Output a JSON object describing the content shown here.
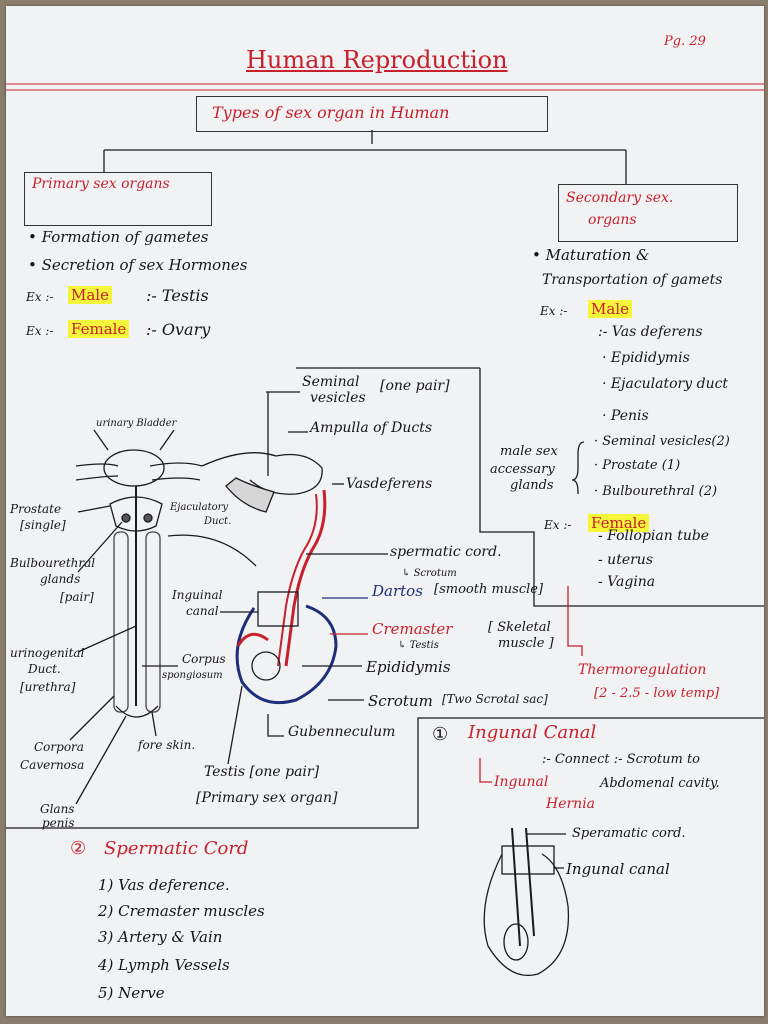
{
  "page_no": "Pg. 29",
  "title": "Human Reproduction",
  "subtitle": "Types of sex organ in Human",
  "primary": {
    "heading": "Primary sex organs",
    "bullets": [
      "Formation of gametes",
      "Secretion of sex Hormones"
    ],
    "ex_label": "Ex :-",
    "male_label": "Male",
    "male_value": ":- Testis",
    "female_label": "Female",
    "female_value": ":- Ovary"
  },
  "secondary": {
    "heading_1": "Secondary sex.",
    "heading_2": "organs",
    "bullet_1": "Maturation &",
    "bullet_2": "Transportation of gamets",
    "ex_label": "Ex :-",
    "male_label": "Male",
    "male_items": [
      ":- Vas deferens",
      "Epididymis",
      "Ejaculatory duct",
      "Penis",
      "Seminal vesicles(2)",
      "Prostate (1)",
      "Bulbourethral (2)"
    ],
    "accessary_1": "male sex",
    "accessary_2": "accessary",
    "accessary_3": "glands",
    "female_label": "Female",
    "female_items": [
      "- Follopian tube",
      "- uterus",
      "- Vagina"
    ]
  },
  "diagram_labels": {
    "urinary_bladder": "urinary Bladder",
    "prostate": "Prostate",
    "prostate_note": "[single]",
    "bulbourethral_1": "Bulbourethral",
    "bulbourethral_2": "glands",
    "bulbourethral_3": "[pair]",
    "ejaculatory_1": "Ejaculatory",
    "ejaculatory_2": "Duct.",
    "urinogenital_1": "urinogenital",
    "urinogenital_2": "Duct.",
    "urinogenital_3": "[urethra]",
    "inguinal_canal_1": "Inguinal",
    "inguinal_canal_2": "canal",
    "corpus_1": "Corpus",
    "corpus_2": "spongiosum",
    "corpora_1": "Corpora",
    "corpora_2": "Cavernosa",
    "foreskin": "fore skin.",
    "glans_1": "Glans",
    "glans_2": "penis",
    "testis_1": "Testis [one pair]",
    "testis_2": "[Primary sex organ]",
    "gubernaculum": "Gubenneculum",
    "seminal_1": "Seminal",
    "seminal_2": "vesicles",
    "seminal_note": "[one pair]",
    "ampulla": "Ampulla of Ducts",
    "vasdeferens": "Vasdeferens",
    "spermatic_cord": "spermatic cord.",
    "scrotum_sub": "Scrotum",
    "dartos": "Dartos",
    "dartos_note": "[smooth muscle]",
    "cremaster": "Cremaster",
    "cremaster_sub": "Testis",
    "skeletal_1": "Skeletal",
    "skeletal_2": "muscle",
    "epididymis": "Epididymis",
    "scrotum": "Scrotum",
    "scrotum_note": "[Two Scrotal sac]",
    "thermo": "Thermoregulation",
    "thermo_note": "[2 - 2.5 - low temp]"
  },
  "inguinal": {
    "num": "①",
    "heading": "Ingunal Canal",
    "connect": ":- Connect :- Scrotum to",
    "cavity": "Abdomenal cavity.",
    "hernia_1": "Ingunal",
    "hernia_2": "Hernia",
    "fig_cord": "Speramatic cord.",
    "fig_canal": "Ingunal canal"
  },
  "spermatic": {
    "num": "②",
    "heading": "Spermatic Cord",
    "items": [
      "1) Vas deference.",
      "2) Cremaster muscles",
      "3) Artery & Vain",
      "4) Lymph Vessels",
      "5) Nerve"
    ]
  },
  "colors": {
    "ink": "#15151c",
    "red": "#c8202c",
    "blue": "#1d2e7a",
    "highlight": "#f5f53a",
    "paper": "#f1f2f4"
  }
}
